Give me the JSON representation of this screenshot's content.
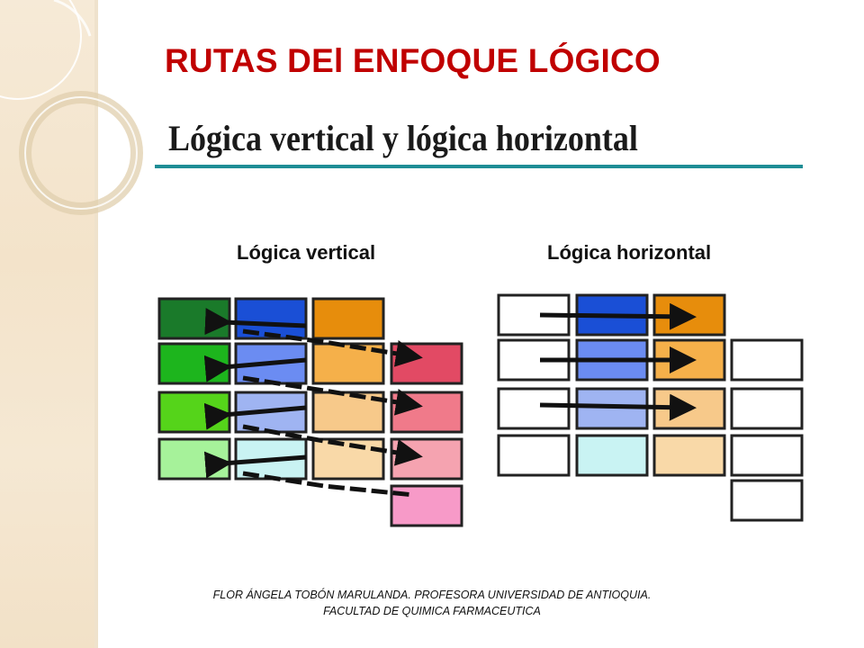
{
  "slide": {
    "title": "RUTAS DEl ENFOQUE LÓGICO",
    "subtitle": "Lógica vertical y lógica horizontal",
    "footer_line1": "FLOR ÁNGELA TOBÓN MARULANDA. PROFESORA UNIVERSIDAD DE ANTIOQUIA.",
    "footer_line2": "FACULTAD DE QUIMICA FARMACEUTICA"
  },
  "diagram": {
    "vertical_label": "Lógica vertical",
    "horizontal_label": "Lógica horizontal"
  },
  "colors": {
    "title": "#c00000",
    "rule": "#1e8d95",
    "green_shades": [
      "#1a7a2a",
      "#1db51d",
      "#55d41a",
      "#a6f29a"
    ],
    "blue_shades": [
      "#1a4fd6",
      "#6b8cf2",
      "#9fb4f2",
      "#c9f3f3"
    ],
    "orange_shades": [
      "#e78d0c",
      "#f5b04a",
      "#f7c98a",
      "#f9d9a8"
    ],
    "pink_shades": [
      "#e24a64",
      "#f07a8a",
      "#f5a3b0",
      "#f79ac8"
    ]
  }
}
